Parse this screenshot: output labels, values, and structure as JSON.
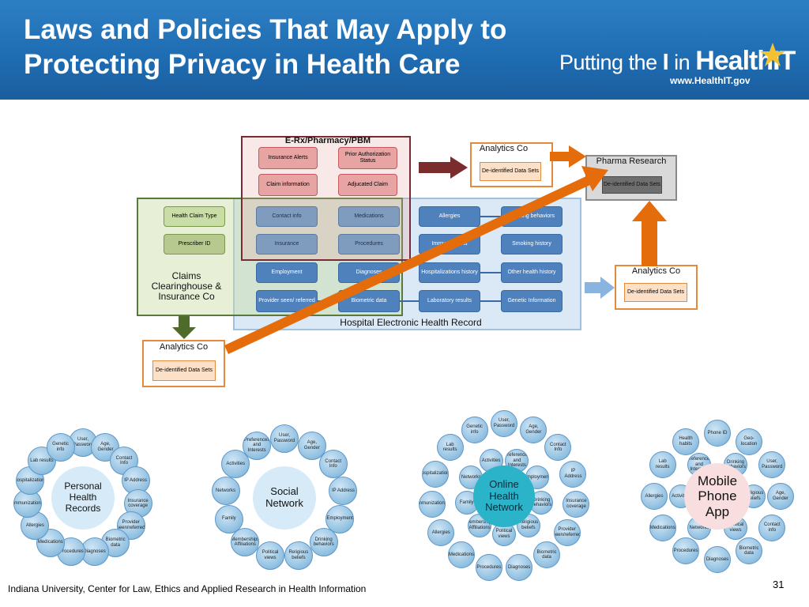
{
  "slide": {
    "title": "Laws and Policies That May Apply to Protecting Privacy in Health Care",
    "footer": "Indiana University, Center for Law, Ethics and Applied Research in Health Information",
    "page_number": "31"
  },
  "logo": {
    "text_part1": "Putting the ",
    "text_part2": "I",
    "text_part3": " in ",
    "text_part4": "Health",
    "text_part5": "IT",
    "url": "www.HealthIT.gov"
  },
  "diagram": {
    "erx_title": "E-Rx/Pharmacy/PBM",
    "erx_items": [
      "Insurance Alerts",
      "Prior Authorization Status",
      "Claim information",
      "Adjucated Claim"
    ],
    "claims_items": [
      "Health Claim Type",
      "Prescriber ID"
    ],
    "claims_label": "Claims Clearinghouse & Insurance Co",
    "shared_items": [
      "Contact info",
      "Medications",
      "Insurance",
      "Procedures",
      "Employment",
      "Diagnoses",
      "Provider seen/ referred"
    ],
    "ehr_items": [
      "Allergies",
      "Drinking behaviors",
      "Immunizations",
      "Smoking history",
      "Hospitalizations history",
      "Other health history",
      "Biometric data",
      "Laboratory results",
      "Genetic Information"
    ],
    "ehr_label": "Hospital Electronic Health Record",
    "analytics_label": "Analytics Co",
    "deidentified_label": "De-identified Data Sets",
    "pharma_label": "Pharma Research"
  },
  "clusters": [
    {
      "center": "Personal Health Records",
      "nodes": [
        "User, Password",
        "Age, Gender",
        "Contact Info",
        "IP Address",
        "Insurance coverage",
        "Provider seen/referred",
        "Biometric data",
        "Diagnoses",
        "Procedures",
        "Medications",
        "Allergies",
        "Immunizations",
        "Hospitalizations",
        "Lab results",
        "Genetic info"
      ]
    },
    {
      "center": "Social Network",
      "nodes": [
        "User, Password",
        "Age, Gender",
        "Contact Info",
        "IP Address",
        "Employment",
        "Drinking behaviors",
        "Religious beliefs",
        "Political views",
        "Memberships Affiliations",
        "Family",
        "Networks",
        "Activities",
        "Preferences and Interests"
      ]
    },
    {
      "center": "Online Health Network",
      "nodes": [
        "User, Password",
        "Age, Gender",
        "Contact Info",
        "IP Address",
        "Insurance coverage",
        "Provider seen/referred",
        "Biometric data",
        "Diagnoses",
        "Procedures",
        "Medications",
        "Allergies",
        "Immunizations",
        "Hospitalizations",
        "Lab results",
        "Genetic info"
      ],
      "inner_nodes": [
        "Preferences and Interests",
        "Employment",
        "Drinking behaviors",
        "Religious beliefs",
        "Political views",
        "Memberships Affiliations",
        "Family",
        "Networks",
        "Activities"
      ]
    },
    {
      "center": "Mobile Phone App",
      "nodes": [
        "Phone ID",
        "Geo-location",
        "User, Password",
        "Age, Gender",
        "Contact info",
        "Biometric data",
        "Diagnoses",
        "Procedures",
        "Medications",
        "Allergies",
        "Lab results",
        "Health habits"
      ],
      "inner_nodes": [
        "Drinking behaviors",
        "Religious beliefs",
        "Political views",
        "Networks",
        "Activities",
        "Preferences and Interests"
      ]
    }
  ],
  "colors": {
    "header_blue": "#1f6db3",
    "erx_border": "#7a2a33",
    "erx_fill": "#e8a3a3",
    "claims_border": "#5a7a3a",
    "claims_fill": "#c9dda6",
    "ehr_fill": "#dbe8f5",
    "ehr_border": "#9fc0e0",
    "box_blue": "#4f81bd",
    "analytics_border": "#e58a3a",
    "analytics_fill": "#fde0c8",
    "arrow_orange": "#e46c0a",
    "arrow_darkred": "#7b2c2c",
    "arrow_green": "#4f6b2b",
    "pharma_fill": "#d9d9d9",
    "node_blue": "#8fbfe0",
    "center_fill": "#d6ebf7",
    "center_pink": "#f8dede",
    "center_teal": "#2bb3c9"
  }
}
